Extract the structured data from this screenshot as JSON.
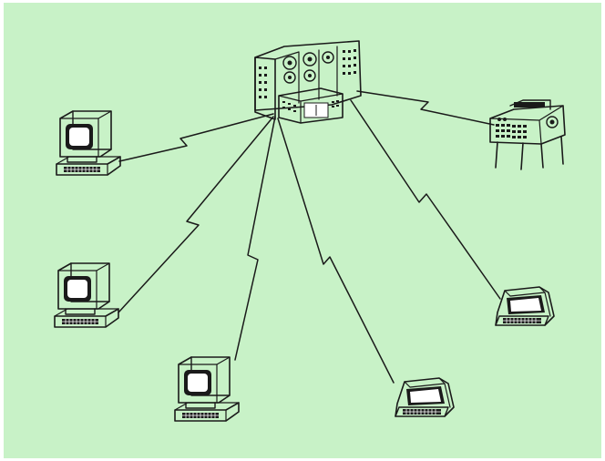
{
  "diagram": {
    "type": "network-illustration",
    "colors": {
      "background": "#c8f2c7",
      "paper_edge": "#ffffff",
      "ink": "#1a1a1a",
      "screen": "#1a1a1a",
      "panel": "#ffffff"
    },
    "central_node": {
      "kind": "mainframe-computer",
      "icon": "mainframe-icon"
    },
    "nodes": [
      {
        "id": "terminal-1",
        "kind": "desktop-terminal",
        "icon": "computer-terminal-icon"
      },
      {
        "id": "terminal-2",
        "kind": "desktop-terminal",
        "icon": "computer-terminal-icon"
      },
      {
        "id": "terminal-3",
        "kind": "desktop-terminal",
        "icon": "computer-terminal-icon"
      },
      {
        "id": "terminal-4",
        "kind": "video-display-terminal",
        "icon": "display-terminal-icon"
      },
      {
        "id": "terminal-5",
        "kind": "video-display-terminal",
        "icon": "display-terminal-icon"
      },
      {
        "id": "printer-console",
        "kind": "printer-console",
        "icon": "printer-console-icon"
      }
    ],
    "links": [
      {
        "from": "mainframe",
        "to": "terminal-1",
        "style": "lightning"
      },
      {
        "from": "mainframe",
        "to": "terminal-2",
        "style": "lightning"
      },
      {
        "from": "mainframe",
        "to": "terminal-3",
        "style": "lightning"
      },
      {
        "from": "mainframe",
        "to": "terminal-4",
        "style": "lightning"
      },
      {
        "from": "mainframe",
        "to": "terminal-5",
        "style": "lightning"
      },
      {
        "from": "mainframe",
        "to": "printer-console",
        "style": "lightning"
      }
    ]
  }
}
